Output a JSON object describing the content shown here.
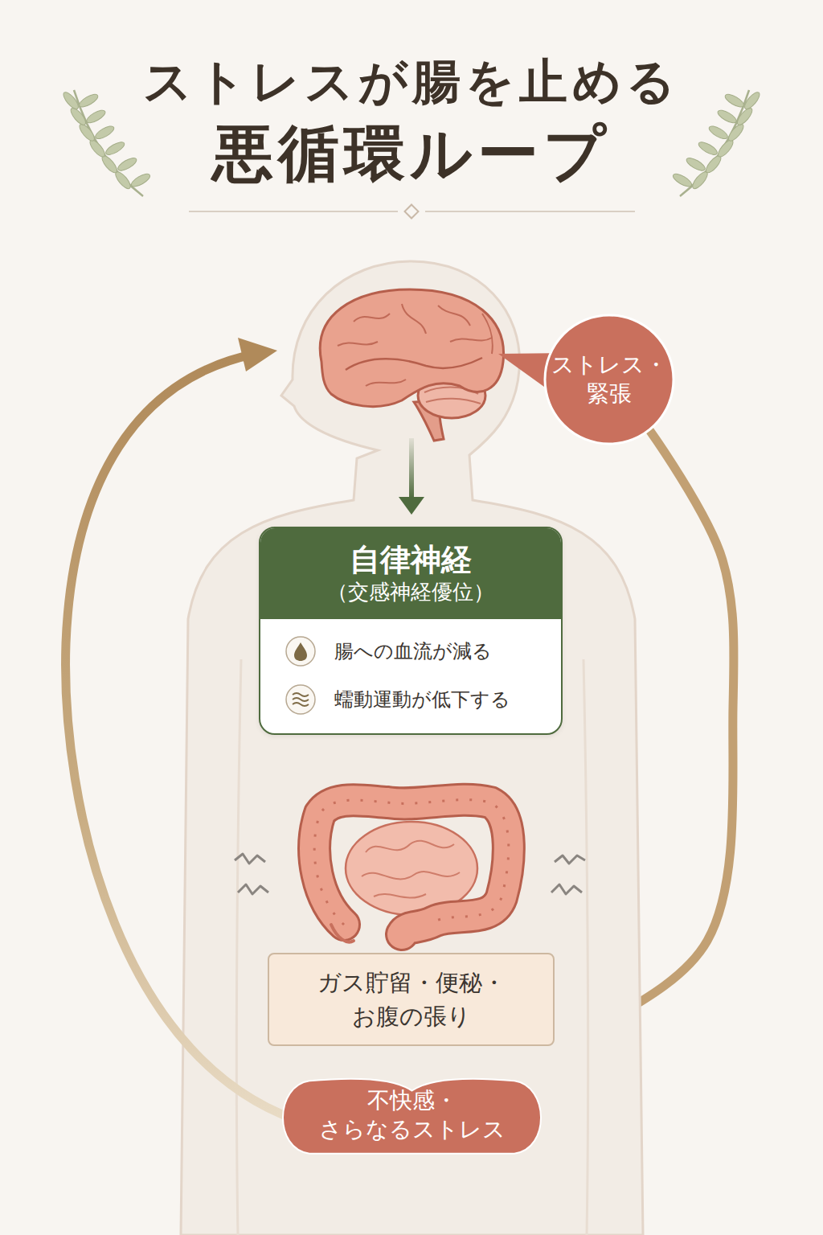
{
  "diagram": {
    "title": "ストレスが腸を止める 悪循環ループ",
    "nodes": [
      {
        "text": [
          "ストレス・ 緊張"
        ]
      },
      {
        "text": [
          "自律神経",
          "（交感神経優位）",
          "腸への血流が減る",
          "蠕動運動が低下する"
        ]
      },
      {
        "text": [
          "ガス貯留・便秘・ お腹の張り"
        ]
      },
      {
        "text": [
          "不快感・ さらなるストレス"
        ]
      }
    ],
    "edges": [
      {
        "from": 0,
        "to": 3,
        "arrow": "to"
      },
      {
        "from": 1,
        "to": 2,
        "arrow": "to"
      },
      {
        "from": 2,
        "to": 3,
        "arrow": "to"
      }
    ]
  }
}
